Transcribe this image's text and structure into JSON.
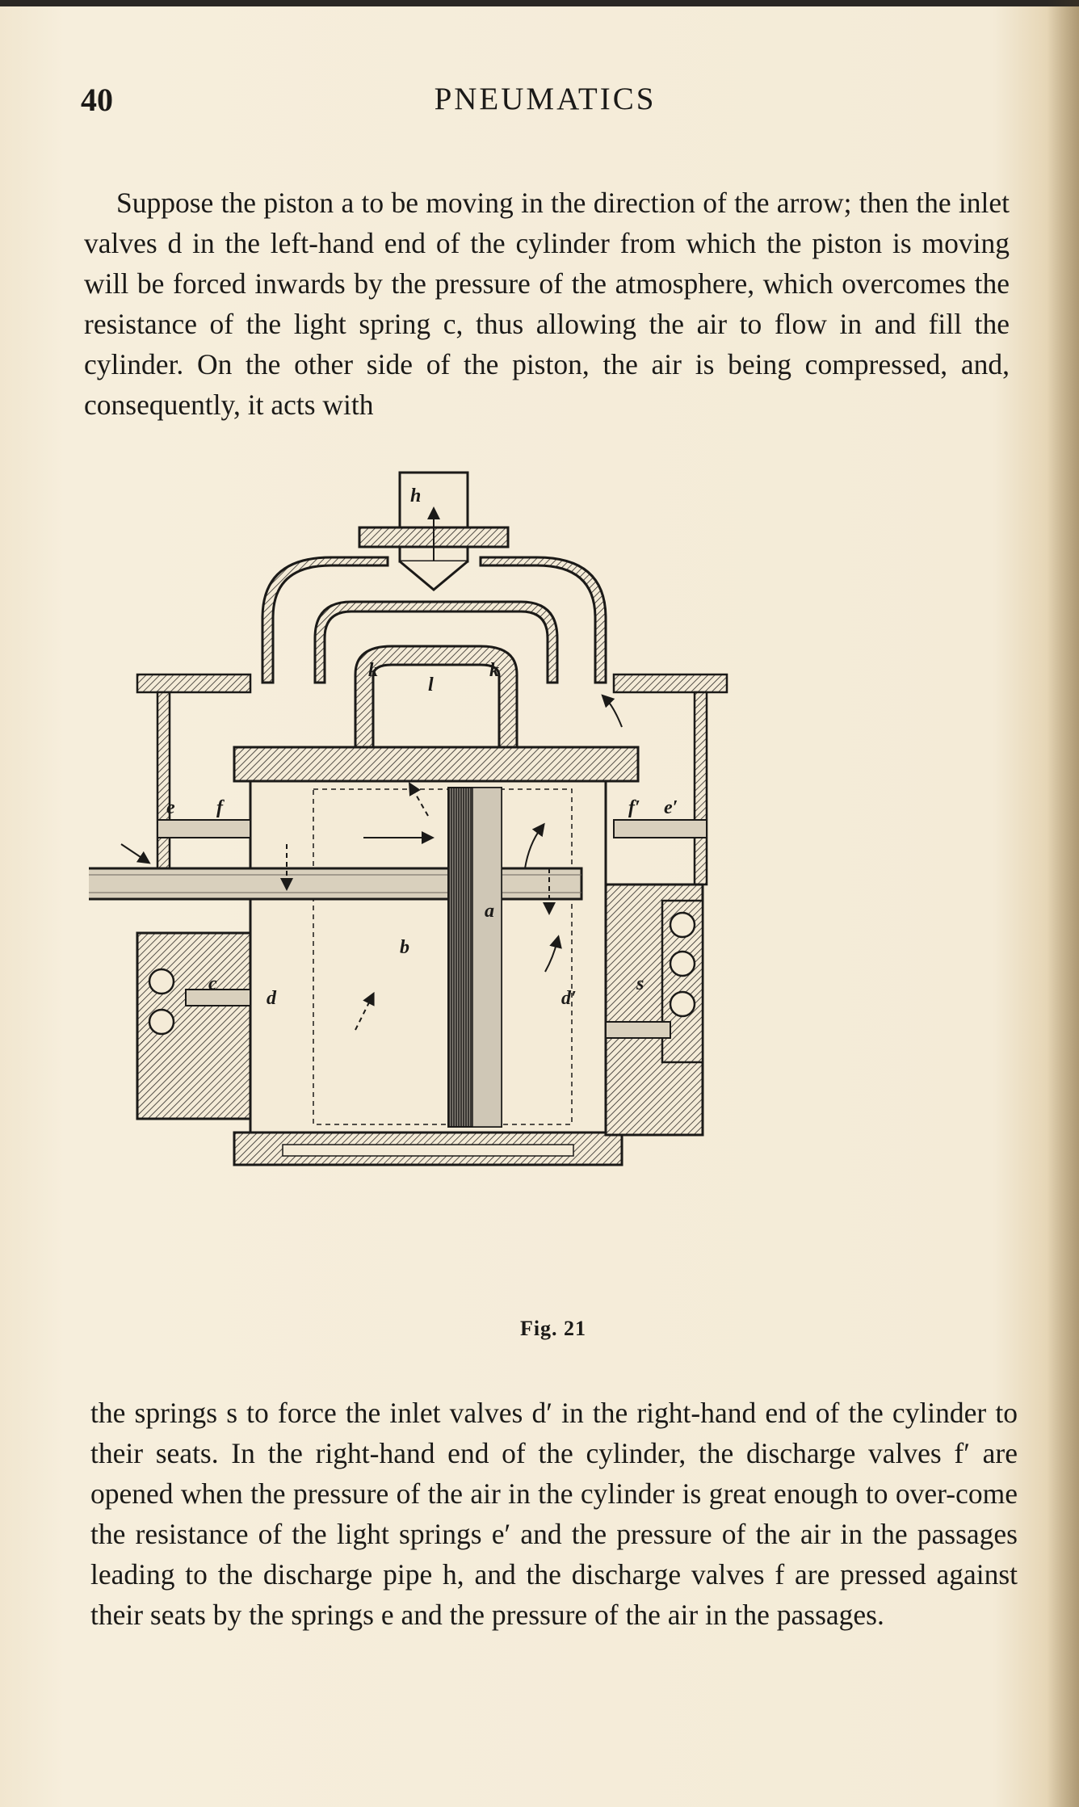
{
  "page": {
    "number": "40",
    "running_head": "PNEUMATICS"
  },
  "text": {
    "para1": "Suppose the piston a to be moving in the direction of the arrow; then the inlet valves d in the left-hand end of the cylinder from which the piston is moving will be forced inwards by the pressure of the atmosphere, which overcomes the resistance of the light spring c, thus allowing the air to flow in and fill the cylinder. On the other side of the piston, the air is being compressed, and, consequently, it acts with",
    "para2": "the springs s to force the inlet valves d′ in the right-hand end of the cylinder to their seats. In the right-hand end of the cylinder, the discharge valves f′ are opened when the pressure of the air in the cylinder is great enough to over-come the resistance of the light springs e′ and the pressure of the air in the passages leading to the discharge pipe h, and the discharge valves f are pressed against their seats by the springs e and the pressure of the air in the passages."
  },
  "figure": {
    "caption": "Fig. 21",
    "labels": {
      "h": "h",
      "k_left": "k",
      "k_right": "k",
      "l": "l",
      "e": "e",
      "f": "f",
      "f_prime": "f′",
      "e_prime": "e′",
      "a": "a",
      "b": "b",
      "c": "c",
      "d": "d",
      "d_prime": "d′",
      "s": "s"
    }
  }
}
